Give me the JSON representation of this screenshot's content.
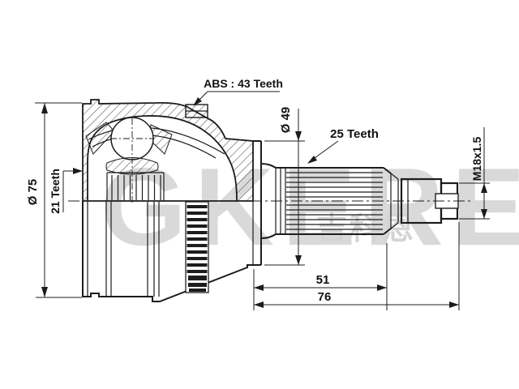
{
  "drawing": {
    "type": "cv-joint-outer-technical-drawing",
    "watermark": {
      "brand": "GKEREN",
      "cjk": "吉科恩"
    },
    "labels": {
      "abs_ring": "ABS : 43 Teeth",
      "outer_spline": "25 Teeth",
      "inner_spline": "21 Teeth",
      "body_diameter": "Ø 75",
      "groove_diameter": "Ø 49",
      "thread_spec": "M18x1.5",
      "length_to_spline_end": "51",
      "overall_length": "76"
    },
    "colors": {
      "line": "#1c1c1c",
      "watermark": "#d9d9d9",
      "background": "#ffffff"
    }
  }
}
